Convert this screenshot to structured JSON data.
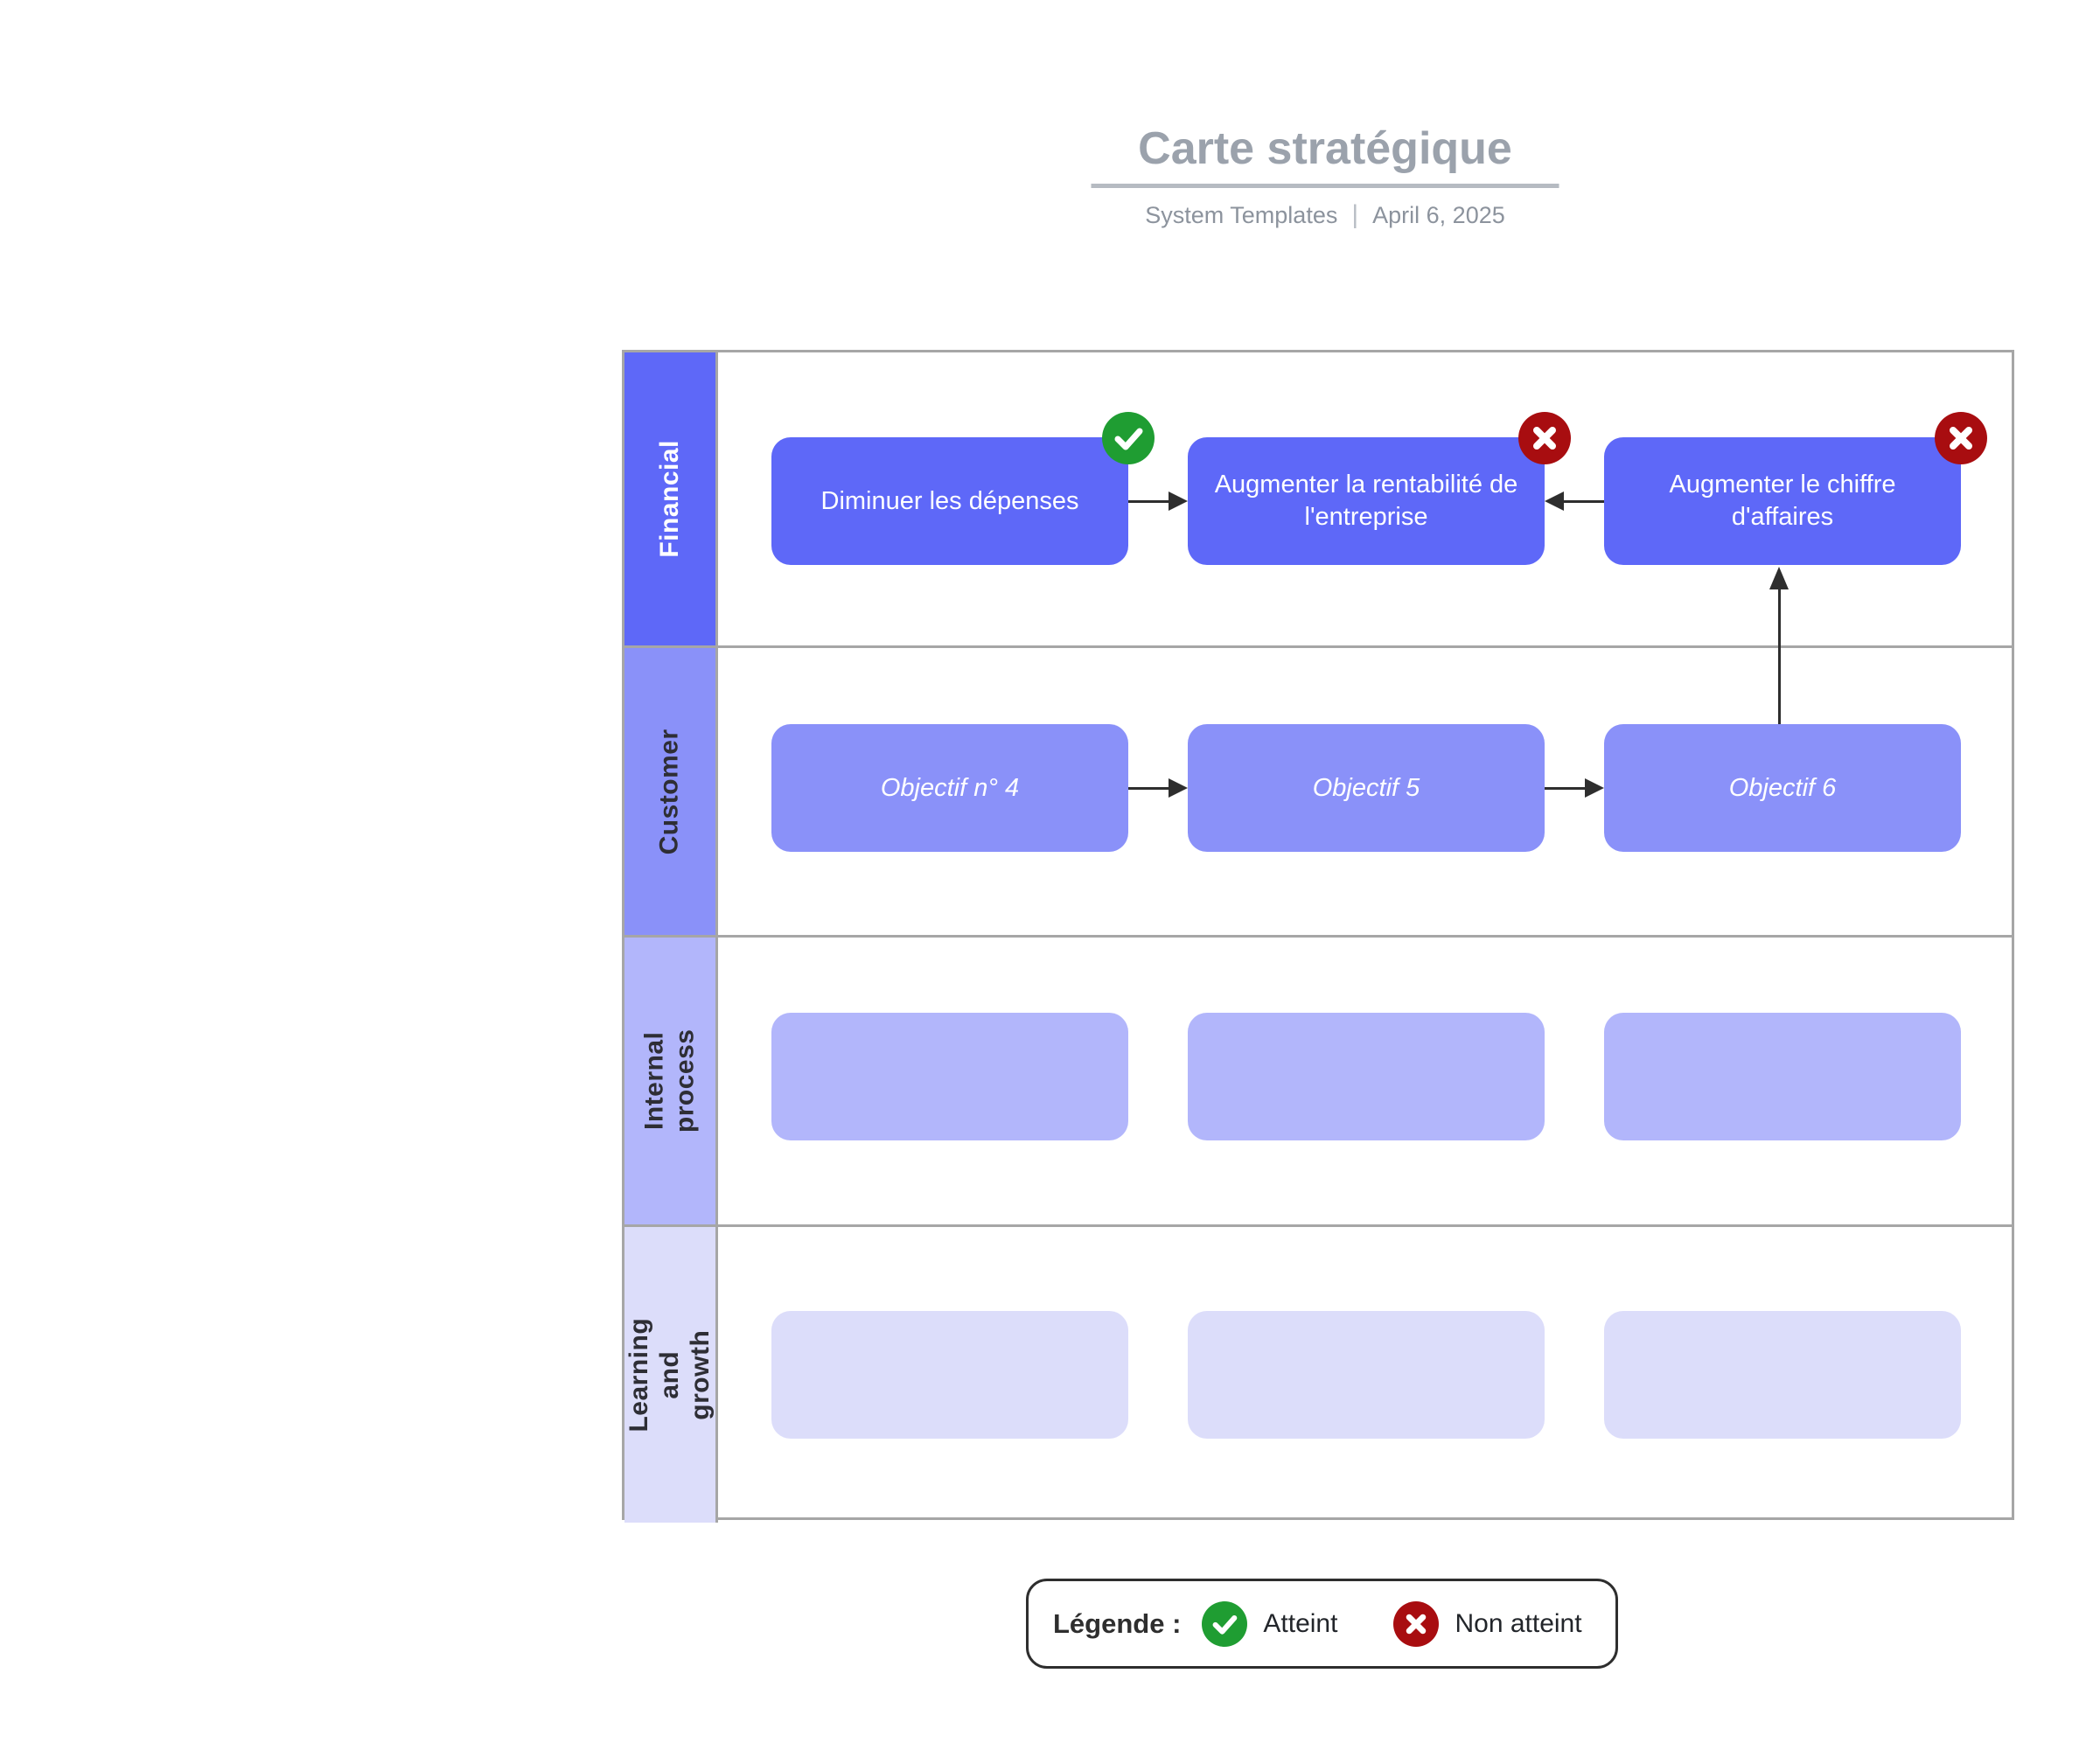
{
  "header": {
    "title": "Carte stratégique",
    "meta_author": "System Templates",
    "meta_separator": "|",
    "meta_date": "April 6, 2025"
  },
  "diagram": {
    "lanes": [
      {
        "label": "Financial",
        "color": "#5e68f8",
        "label_text_color": "#ffffff"
      },
      {
        "label": "Customer",
        "color": "#8a91f9",
        "label_text_color": "#2e2e35"
      },
      {
        "label": "Internal process",
        "color": "#b2b6fb",
        "label_text_color": "#2e2e35"
      },
      {
        "label": "Learning and growth",
        "color": "#dcddfa",
        "label_text_color": "#2e2e35"
      }
    ],
    "nodes": {
      "financial": [
        {
          "label": "Diminuer les dépenses",
          "status": "atteint"
        },
        {
          "label": "Augmenter la rentabilité de l'entreprise",
          "status": "non atteint"
        },
        {
          "label": "Augmenter le chiffre d'affaires",
          "status": "non atteint"
        }
      ],
      "customer": [
        {
          "label": "Objectif n° 4"
        },
        {
          "label": "Objectif 5"
        },
        {
          "label": "Objectif 6"
        }
      ],
      "internal": [
        {
          "label": ""
        },
        {
          "label": ""
        },
        {
          "label": ""
        }
      ],
      "learning": [
        {
          "label": ""
        },
        {
          "label": ""
        },
        {
          "label": ""
        }
      ]
    },
    "connections": [
      {
        "from": "Diminuer les dépenses",
        "to": "Augmenter la rentabilité de l'entreprise"
      },
      {
        "from": "Augmenter le chiffre d'affaires",
        "to": "Augmenter la rentabilité de l'entreprise"
      },
      {
        "from": "Objectif 6",
        "to": "Augmenter le chiffre d'affaires"
      },
      {
        "from": "Objectif n° 4",
        "to": "Objectif 5"
      },
      {
        "from": "Objectif 5",
        "to": "Objectif 6"
      }
    ]
  },
  "legend": {
    "title": "Légende :",
    "items": [
      {
        "label": "Atteint",
        "icon": "check-circle",
        "color": "#1f9d32"
      },
      {
        "label": "Non atteint",
        "icon": "cross-circle",
        "color": "#a80d10"
      }
    ]
  },
  "colors": {
    "status_achieved": "#1f9d32",
    "status_not_achieved": "#a80d10",
    "arrow": "#2e2e2e",
    "table_border": "#a6a6a6",
    "title_text": "#9ba2ac"
  }
}
